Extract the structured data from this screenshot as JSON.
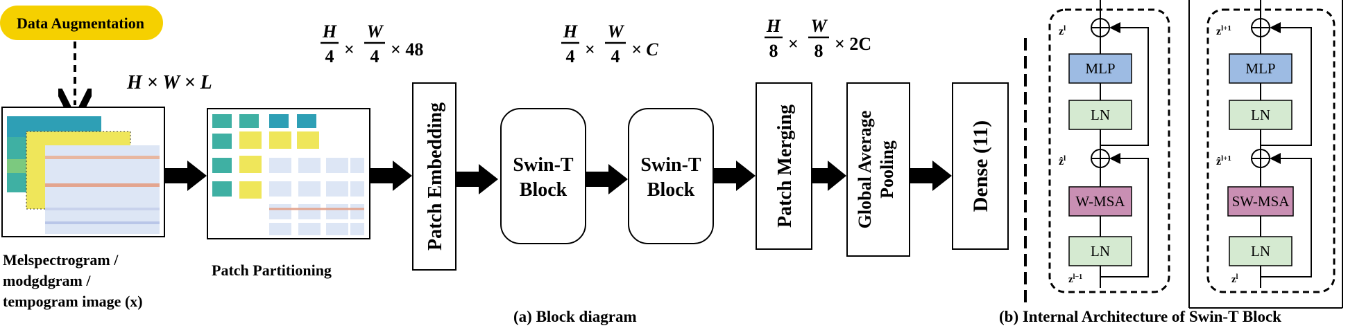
{
  "augmentation": {
    "label": "Data Augmentation",
    "color": "#f5d000"
  },
  "input": {
    "caption_lines": [
      "Melspectrogram /",
      "modgdgram /",
      "tempogram image (x)"
    ]
  },
  "dims": {
    "input": "H × W × L",
    "after_embedding": {
      "num1": "H",
      "den1": "4",
      "num2": "W",
      "den2": "4",
      "tail": "× 48"
    },
    "after_swin": {
      "num1": "H",
      "den1": "4",
      "num2": "W",
      "den2": "4",
      "tail": "× C"
    },
    "after_merge": {
      "num1": "H",
      "den1": "8",
      "num2": "W",
      "den2": "8",
      "tail": "× 2C"
    }
  },
  "partition": {
    "caption": "Patch Partitioning"
  },
  "blocks": {
    "patch_embedding": "Patch Embedding",
    "swin1_line1": "Swin-T",
    "swin1_line2": "Block",
    "swin2_line1": "Swin-T",
    "swin2_line2": "Block",
    "patch_merging": "Patch Merging",
    "gap_line1": "Global Average",
    "gap_line2": "Pooling",
    "dense": "Dense (11)"
  },
  "captions": {
    "a": "(a) Block diagram",
    "b": "(b) Internal Architecture of Swin-T Block"
  },
  "swin_internal": {
    "left": {
      "mlp": "MLP",
      "ln_top": "LN",
      "msa": "W-MSA",
      "ln_bottom": "LN",
      "z_out": "z",
      "z_out_sup": "l",
      "z_hat": "ẑ",
      "z_hat_sup": "l",
      "z_in": "z",
      "z_in_sup": "l−1"
    },
    "right": {
      "mlp": "MLP",
      "ln_top": "LN",
      "msa": "SW-MSA",
      "ln_bottom": "LN",
      "z_out": "z",
      "z_out_sup": "l+1",
      "z_hat": "ẑ",
      "z_hat_sup": "l+1",
      "z_in": "z",
      "z_in_sup": "l"
    }
  },
  "colors": {
    "mlp": "#9dbbe3",
    "ln": "#d5ead1",
    "msa": "#c98fb3"
  }
}
